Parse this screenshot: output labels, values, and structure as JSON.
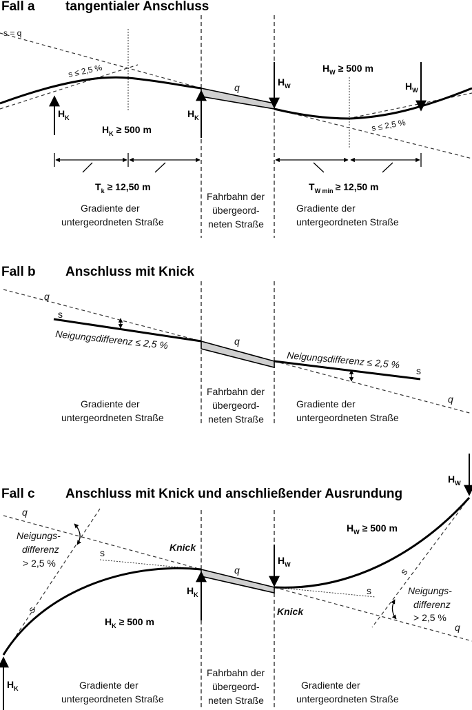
{
  "fall_a": {
    "heading_case": "Fall a",
    "heading_title": "tangentialer Anschluss",
    "s_eq_q": "s = q",
    "s_le_left": "s ≤ 2,5 %",
    "s_le_right": "s ≤ 2,5 %",
    "q": "q",
    "hk_main": "H",
    "hk_sub": "K",
    "hk_cond": "≥ 500 m",
    "hw_main": "H",
    "hw_sub": "W",
    "hw_cond": "≥ 500 m",
    "tk_main": "T",
    "tk_sub": "k",
    "tk_cond": "≥ 12,50 m",
    "tw_main": "T",
    "tw_sub": "W min",
    "tw_cond": "≥ 12,50 m",
    "cap_left_1": "Gradiente der",
    "cap_left_2": "untergeordneten Straße",
    "cap_mid_1": "Fahrbahn der",
    "cap_mid_2": "übergeord-",
    "cap_mid_3": "neten Straße",
    "cap_right_1": "Gradiente der",
    "cap_right_2": "untergeordneten Straße"
  },
  "fall_b": {
    "heading_case": "Fall b",
    "heading_title": "Anschluss mit Knick",
    "q": "q",
    "s": "s",
    "neig_left": "Neigungsdifferenz ≤ 2,5 %",
    "neig_right": "Neigungsdifferenz ≤ 2,5 %",
    "cap_left_1": "Gradiente der",
    "cap_left_2": "untergeordneten Straße",
    "cap_mid_1": "Fahrbahn der",
    "cap_mid_2": "übergeord-",
    "cap_mid_3": "neten Straße",
    "cap_right_1": "Gradiente der",
    "cap_right_2": "untergeordneten Straße"
  },
  "fall_c": {
    "heading_case": "Fall c",
    "heading_title": "Anschluss mit Knick und anschließender Ausrundung",
    "q": "q",
    "s": "s",
    "neig_1": "Neigungs-",
    "neig_2": "differenz",
    "neig_3": "> 2,5 %",
    "knick": "Knick",
    "h_main": "H",
    "k_sub": "K",
    "w_sub": "W",
    "cond": "≥ 500 m",
    "cap_left_1": "Gradiente der",
    "cap_left_2": "untergeordneten Straße",
    "cap_mid_1": "Fahrbahn der",
    "cap_mid_2": "übergeord-",
    "cap_mid_3": "neten Straße",
    "cap_right_1": "Gradiente der",
    "cap_right_2": "untergeordneten Straße"
  }
}
